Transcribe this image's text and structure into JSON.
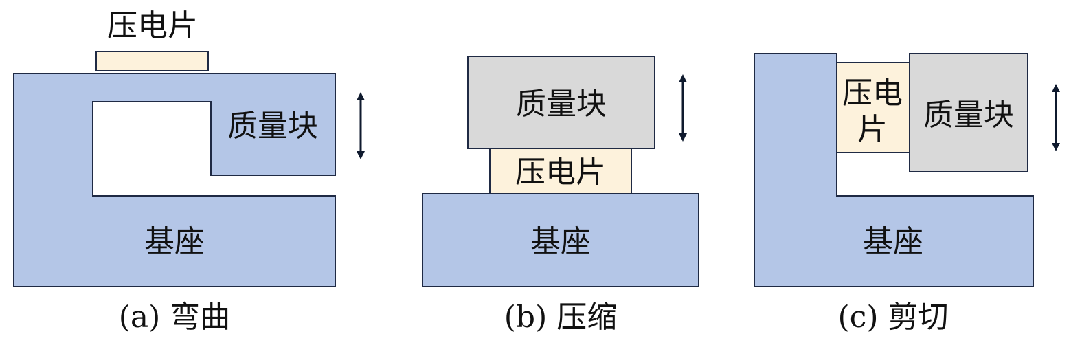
{
  "colors": {
    "base": "#b4c6e7",
    "piezo": "#fdf2dc",
    "mass": "#d9d9d9",
    "stroke": "#1f2a44",
    "arrow": "#0f1a2e"
  },
  "panels": [
    {
      "caption": "(a) 弯曲",
      "labels": {
        "piezo": "压电片",
        "mass": "质量块",
        "base": "基座"
      }
    },
    {
      "caption": "(b) 压缩",
      "labels": {
        "piezo": "压电片",
        "mass": "质量块",
        "base": "基座"
      }
    },
    {
      "caption": "(c) 剪切",
      "labels": {
        "piezo_line1": "压电",
        "piezo_line2": "片",
        "mass": "质量块",
        "base": "基座"
      }
    }
  ],
  "icons": [
    "double-arrow-vertical-icon"
  ]
}
